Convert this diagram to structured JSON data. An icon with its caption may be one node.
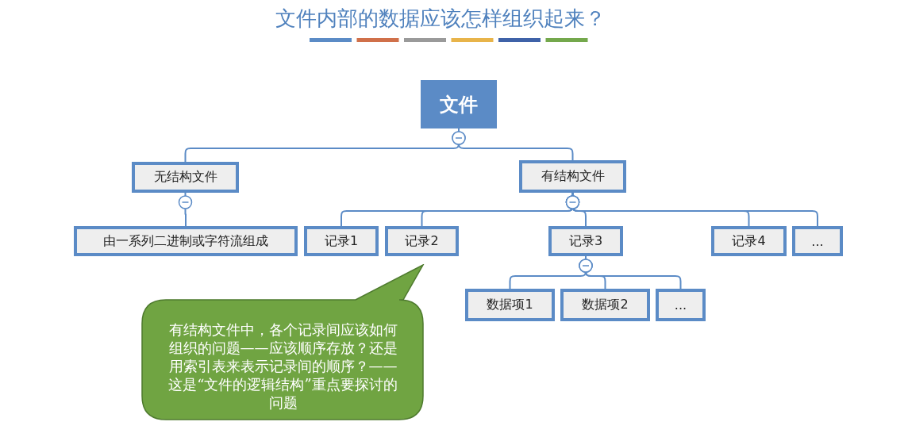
{
  "diagram": {
    "title": "文件内部的数据应该怎样组织起来？",
    "nodes": [
      {
        "text": [
          "文件"
        ]
      },
      {
        "text": [
          "无结构文件"
        ]
      },
      {
        "text": [
          "有结构文件"
        ]
      },
      {
        "text": [
          "由一系列二进制或字符流组成"
        ]
      },
      {
        "text": [
          "记录1"
        ]
      },
      {
        "text": [
          "记录2"
        ]
      },
      {
        "text": [
          "记录3"
        ]
      },
      {
        "text": [
          "记录4"
        ]
      },
      {
        "text": [
          "..."
        ]
      },
      {
        "text": [
          "数据项1"
        ]
      },
      {
        "text": [
          "数据项2"
        ]
      },
      {
        "text": [
          "..."
        ]
      },
      {
        "text": [
          "有结构文件中，各个记录间应该如何组织的问题——应该顺序存放？还是用索引表来表示记录间的顺序？——这是“文件的逻辑结构”重点要探讨的问题"
        ]
      }
    ],
    "edges": [
      {
        "from": 0,
        "to": 1,
        "arrow": "other"
      },
      {
        "from": 0,
        "to": 2,
        "arrow": "other"
      },
      {
        "from": 1,
        "to": 3,
        "arrow": "other"
      },
      {
        "from": 2,
        "to": 4,
        "arrow": "other"
      },
      {
        "from": 2,
        "to": 5,
        "arrow": "other"
      },
      {
        "from": 2,
        "to": 6,
        "arrow": "other"
      },
      {
        "from": 2,
        "to": 7,
        "arrow": "other"
      },
      {
        "from": 2,
        "to": 8,
        "arrow": "other"
      },
      {
        "from": 6,
        "to": 9,
        "arrow": "other"
      },
      {
        "from": 6,
        "to": 10,
        "arrow": "other"
      },
      {
        "from": 6,
        "to": 11,
        "arrow": "other"
      }
    ]
  }
}
